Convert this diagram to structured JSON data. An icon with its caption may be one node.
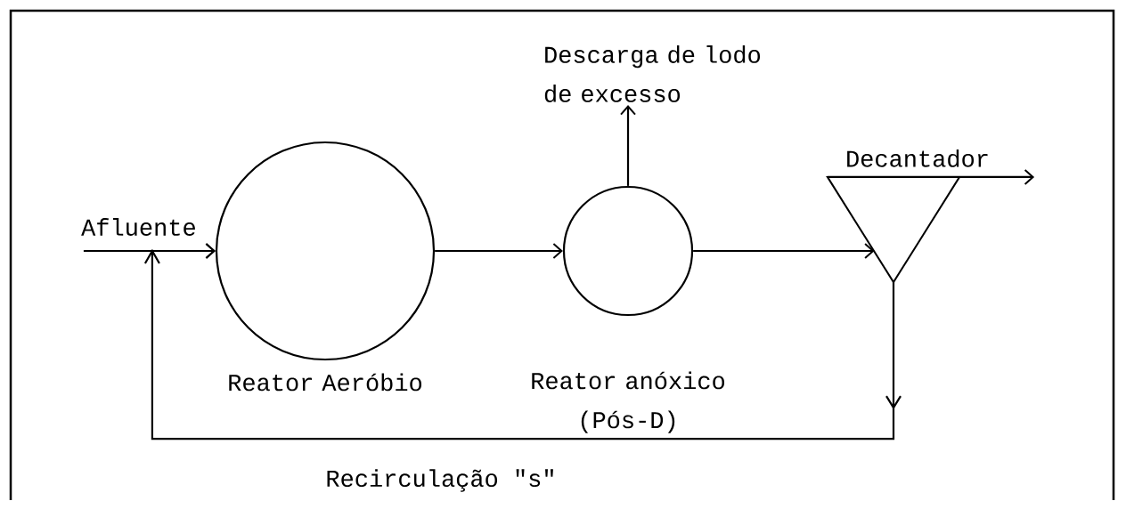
{
  "diagram": {
    "nodes": [
      {
        "text": [
          "Reator Aeróbio"
        ]
      },
      {
        "text": [
          "Reator anóxico (Pós-D)"
        ]
      },
      {
        "text": [
          "Decantador"
        ]
      },
      {
        "text": [
          "Descarga de lodo de excesso"
        ]
      }
    ],
    "edges": [
      {
        "from": null,
        "to": 0,
        "arrow": "to",
        "label": "Afluente"
      },
      {
        "from": 0,
        "to": 1,
        "arrow": "to"
      },
      {
        "from": 1,
        "to": 2,
        "arrow": "to"
      },
      {
        "from": 1,
        "to": 3,
        "arrow": "to"
      },
      {
        "from": 2,
        "to": null,
        "arrow": "to"
      },
      {
        "from": 2,
        "to": 0,
        "arrow": "to",
        "label": "Recirculação \"s\""
      }
    ]
  }
}
